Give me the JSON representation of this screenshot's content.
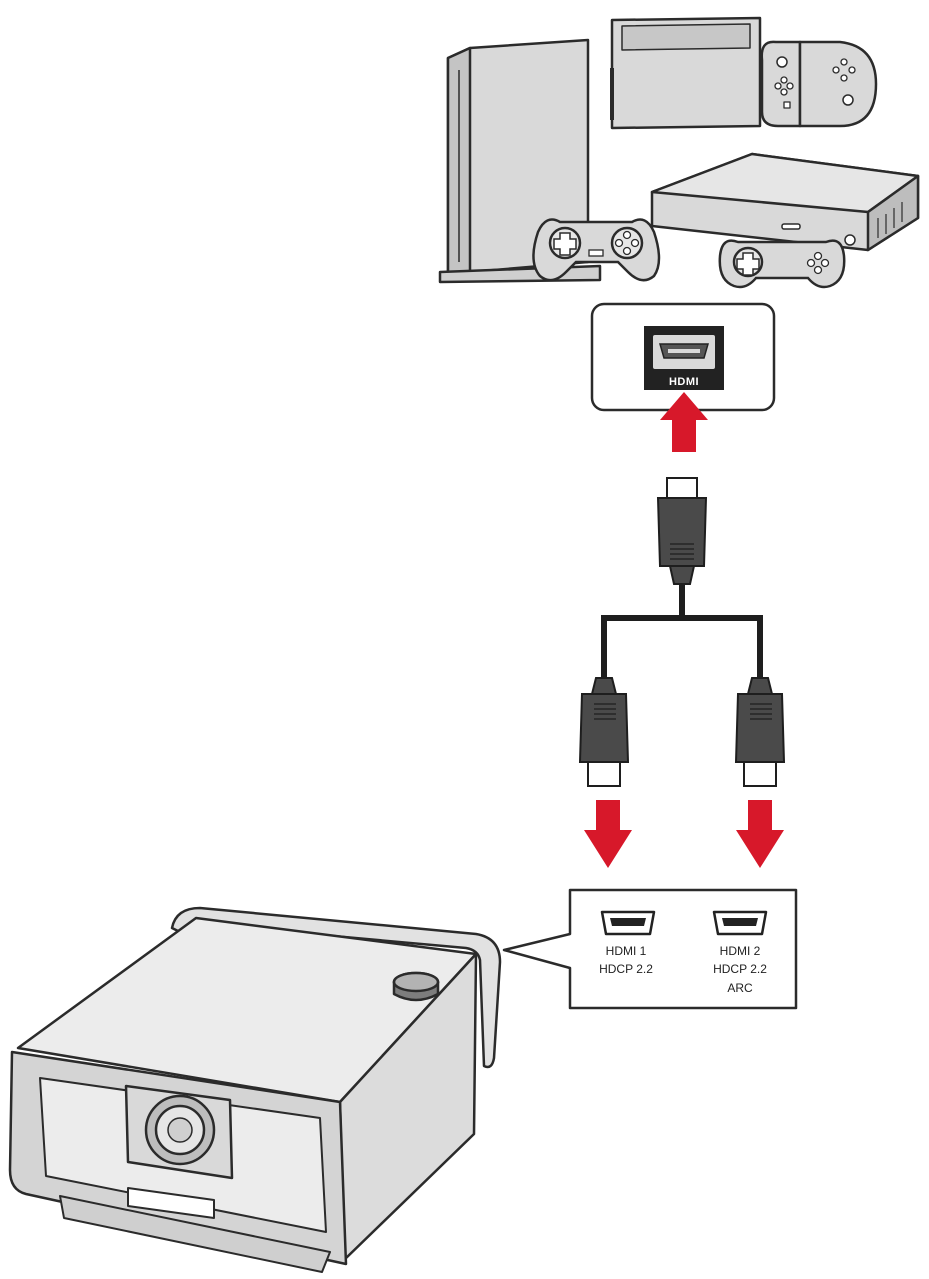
{
  "source_port": {
    "label": "HDMI"
  },
  "projector_ports": [
    {
      "line1": "HDMI 1",
      "line2": "HDCP 2.2",
      "line3": ""
    },
    {
      "line1": "HDMI 2",
      "line2": "HDCP 2.2",
      "line3": "ARC"
    }
  ],
  "colors": {
    "arrow": "#d7182a",
    "device_fill": "#d9d9d9",
    "outline": "#2b2b2b",
    "cable": "#4a4a4a"
  },
  "icons": [
    "game-console-tower-icon",
    "handheld-console-dock-icon",
    "flat-console-icon",
    "gamepad-icon",
    "hdmi-port-icon",
    "hdmi-cable-icon",
    "projector-icon",
    "arrow-up-icon",
    "arrow-down-icon"
  ]
}
